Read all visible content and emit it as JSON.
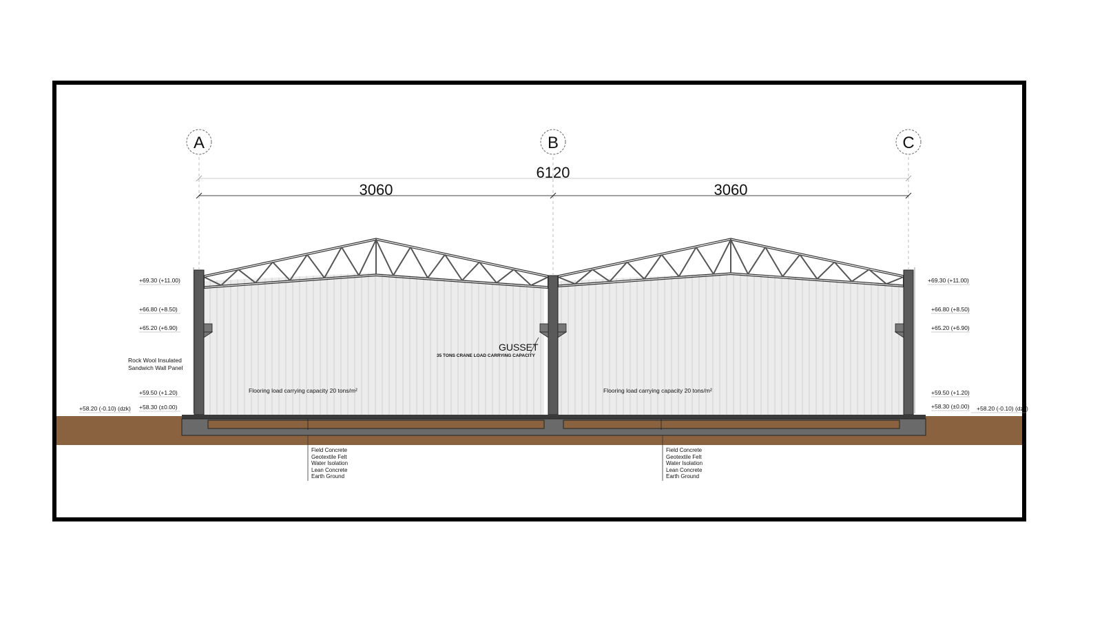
{
  "grid_axes": [
    "A",
    "B",
    "C"
  ],
  "dimensions": {
    "overall": "6120",
    "bay_left": "3060",
    "bay_right": "3060"
  },
  "levels_left": [
    "+69.30 (+11.00)",
    "+66.80 (+8.50)",
    "+65.20 (+6.90)",
    "+59.50 (+1.20)",
    "+58.30 (±0.00)",
    "+58.20 (-0.10) (dzk)"
  ],
  "levels_right": [
    "+69.30 (+11.00)",
    "+66.80 (+8.50)",
    "+65.20 (+6.90)",
    "+59.50 (+1.20)",
    "+58.30 (±0.00)",
    "+58.20 (-0.10) (dzk)"
  ],
  "wall_panel_label": [
    "Rock Wool Insulated",
    "Sandwich Wall Panel"
  ],
  "gusset": {
    "title": "GUSSET",
    "subtitle": "35 TONS CRANE LOAD CARRYING CAPACITY"
  },
  "floor_note": "Flooring load carrying capacity 20 tons/m²",
  "floor_layers": [
    "Field Concrete",
    "Geotextile Felt",
    "Water Isolation",
    "Lean Concrete",
    "Earth Ground"
  ],
  "colors": {
    "frame": "#000000",
    "earth": "#8b6240",
    "wall_fill": "#ececec",
    "steel": "#555555",
    "slab": "#5a5a5a"
  }
}
